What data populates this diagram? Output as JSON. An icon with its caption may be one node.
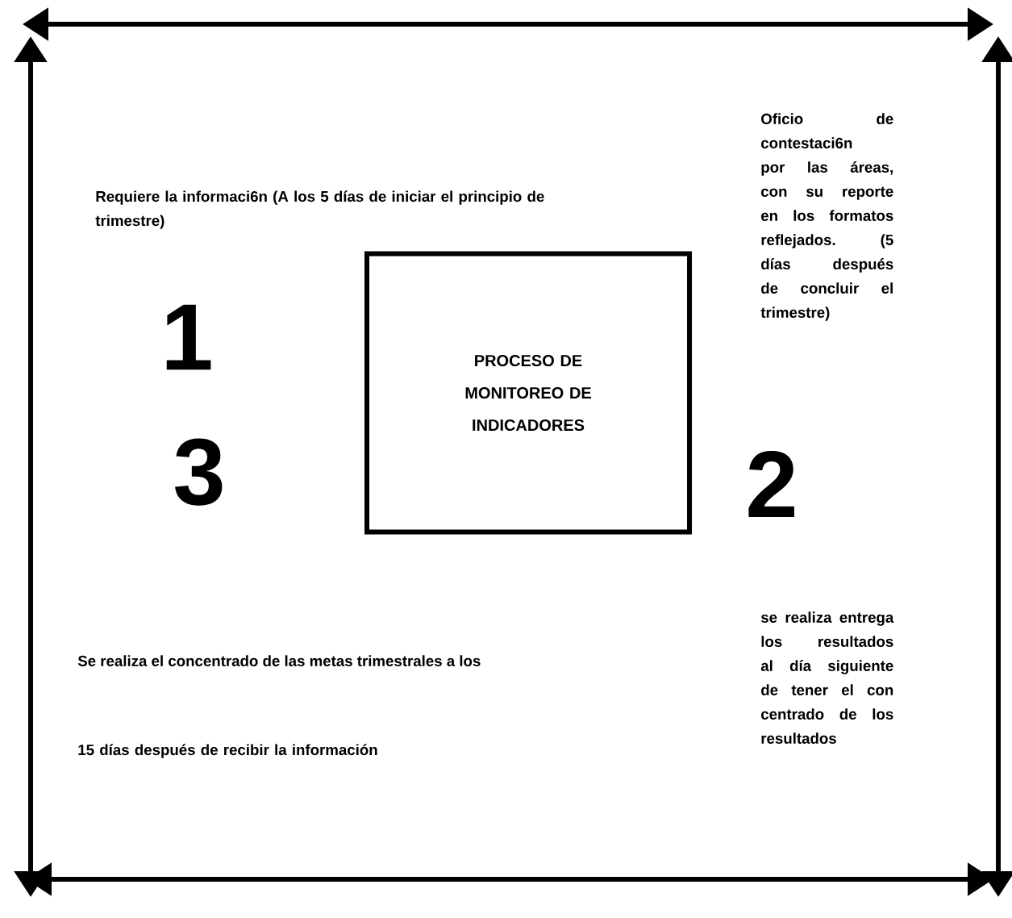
{
  "diagram": {
    "nodes": [
      {
        "text": [
          "PROCESO DE MONITOREO DE INDICADORES"
        ]
      }
    ],
    "labels": [
      "Oficio de contestaci6n por las áreas, con su reporte en los formatos reflejados. (5 días después de concluir el trimestre)",
      "Requiere la informaci6n (A los 5 días de iniciar el principio de trimestre)",
      "1",
      "3",
      "2",
      "se realiza entrega los resultados al día siguiente de tener el con centrado de los resultados",
      "Se realiza el concentrado de las metas trimestrales a los",
      "15 días después de recibir la información"
    ]
  }
}
